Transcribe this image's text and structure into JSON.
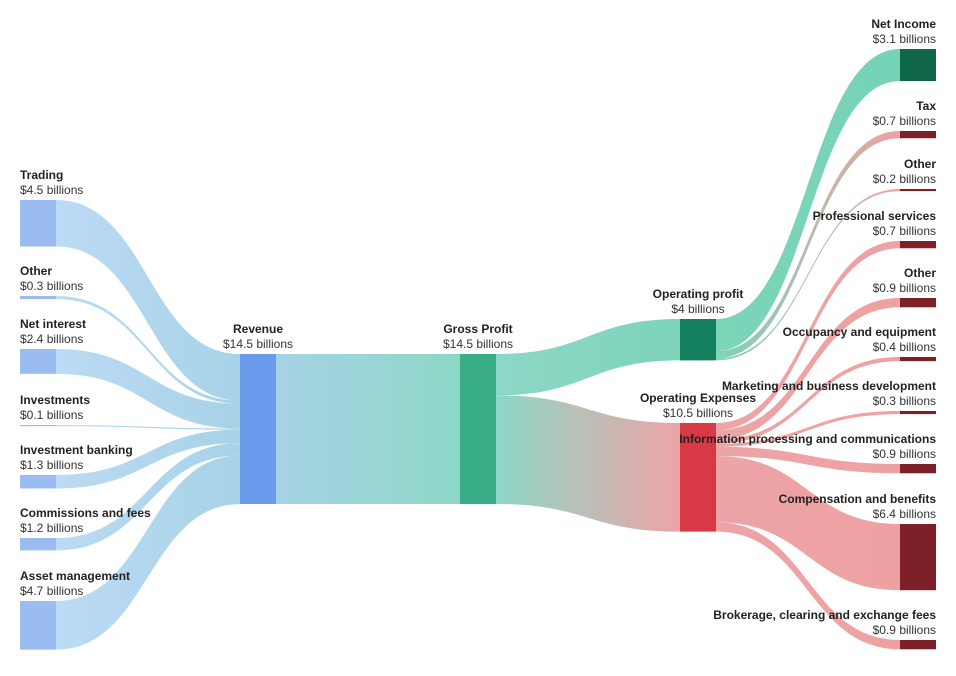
{
  "chart_data": {
    "type": "sankey",
    "unit_suffix": " billions",
    "currency": "$",
    "nodes": [
      {
        "id": "trading",
        "name": "Trading",
        "value": 4.5,
        "color": "#9bbcf0"
      },
      {
        "id": "other_in",
        "name": "Other",
        "value": 0.3,
        "color": "#9bbcf0"
      },
      {
        "id": "net_interest",
        "name": "Net interest",
        "value": 2.4,
        "color": "#9bbcf0"
      },
      {
        "id": "investments",
        "name": "Investments",
        "value": 0.1,
        "color": "#9bbcf0"
      },
      {
        "id": "investment_banking",
        "name": "Investment banking",
        "value": 1.3,
        "color": "#9bbcf0"
      },
      {
        "id": "commissions",
        "name": "Commissions and fees",
        "value": 1.2,
        "color": "#9bbcf0"
      },
      {
        "id": "asset_mgmt",
        "name": "Asset management",
        "value": 4.7,
        "color": "#9bbcf0"
      },
      {
        "id": "revenue",
        "name": "Revenue",
        "value": 14.5,
        "color": "#6a9bed"
      },
      {
        "id": "gross_profit",
        "name": "Gross Profit",
        "value": 14.5,
        "color": "#38ad88"
      },
      {
        "id": "operating_profit",
        "name": "Operating profit",
        "value": 4,
        "color": "#137f5e"
      },
      {
        "id": "operating_expenses",
        "name": "Operating Expenses",
        "value": 10.5,
        "color": "#d83944"
      },
      {
        "id": "net_income",
        "name": "Net Income",
        "value": 3.1,
        "color": "#0f6648"
      },
      {
        "id": "tax",
        "name": "Tax",
        "value": 0.7,
        "color": "#7d2027"
      },
      {
        "id": "other_out",
        "name": "Other",
        "value": 0.2,
        "color": "#7d2027"
      },
      {
        "id": "professional",
        "name": "Professional services",
        "value": 0.7,
        "color": "#7d2027"
      },
      {
        "id": "other_exp",
        "name": "Other",
        "value": 0.9,
        "color": "#7d2027"
      },
      {
        "id": "occupancy",
        "name": "Occupancy and equipment",
        "value": 0.4,
        "color": "#7d2027"
      },
      {
        "id": "marketing",
        "name": "Marketing and business development",
        "value": 0.3,
        "color": "#7d2027"
      },
      {
        "id": "info_processing",
        "name": "Information processing and communications",
        "value": 0.9,
        "color": "#7d2027"
      },
      {
        "id": "compensation",
        "name": "Compensation and benefits",
        "value": 6.4,
        "color": "#7d2027"
      },
      {
        "id": "brokerage",
        "name": "Brokerage, clearing and exchange fees",
        "value": 0.9,
        "color": "#7d2027"
      }
    ],
    "links": [
      {
        "source": "trading",
        "target": "revenue",
        "value": 4.5
      },
      {
        "source": "other_in",
        "target": "revenue",
        "value": 0.3
      },
      {
        "source": "net_interest",
        "target": "revenue",
        "value": 2.4
      },
      {
        "source": "investments",
        "target": "revenue",
        "value": 0.1
      },
      {
        "source": "investment_banking",
        "target": "revenue",
        "value": 1.3
      },
      {
        "source": "commissions",
        "target": "revenue",
        "value": 1.2
      },
      {
        "source": "asset_mgmt",
        "target": "revenue",
        "value": 4.7
      },
      {
        "source": "revenue",
        "target": "gross_profit",
        "value": 14.5
      },
      {
        "source": "gross_profit",
        "target": "operating_profit",
        "value": 4
      },
      {
        "source": "gross_profit",
        "target": "operating_expenses",
        "value": 10.5
      },
      {
        "source": "operating_profit",
        "target": "net_income",
        "value": 3.1
      },
      {
        "source": "operating_profit",
        "target": "tax",
        "value": 0.7
      },
      {
        "source": "operating_profit",
        "target": "other_out",
        "value": 0.2
      },
      {
        "source": "operating_expenses",
        "target": "professional",
        "value": 0.7
      },
      {
        "source": "operating_expenses",
        "target": "other_exp",
        "value": 0.9
      },
      {
        "source": "operating_expenses",
        "target": "occupancy",
        "value": 0.4
      },
      {
        "source": "operating_expenses",
        "target": "marketing",
        "value": 0.3
      },
      {
        "source": "operating_expenses",
        "target": "info_processing",
        "value": 0.9
      },
      {
        "source": "operating_expenses",
        "target": "compensation",
        "value": 6.4
      },
      {
        "source": "operating_expenses",
        "target": "brokerage",
        "value": 0.9
      }
    ]
  }
}
